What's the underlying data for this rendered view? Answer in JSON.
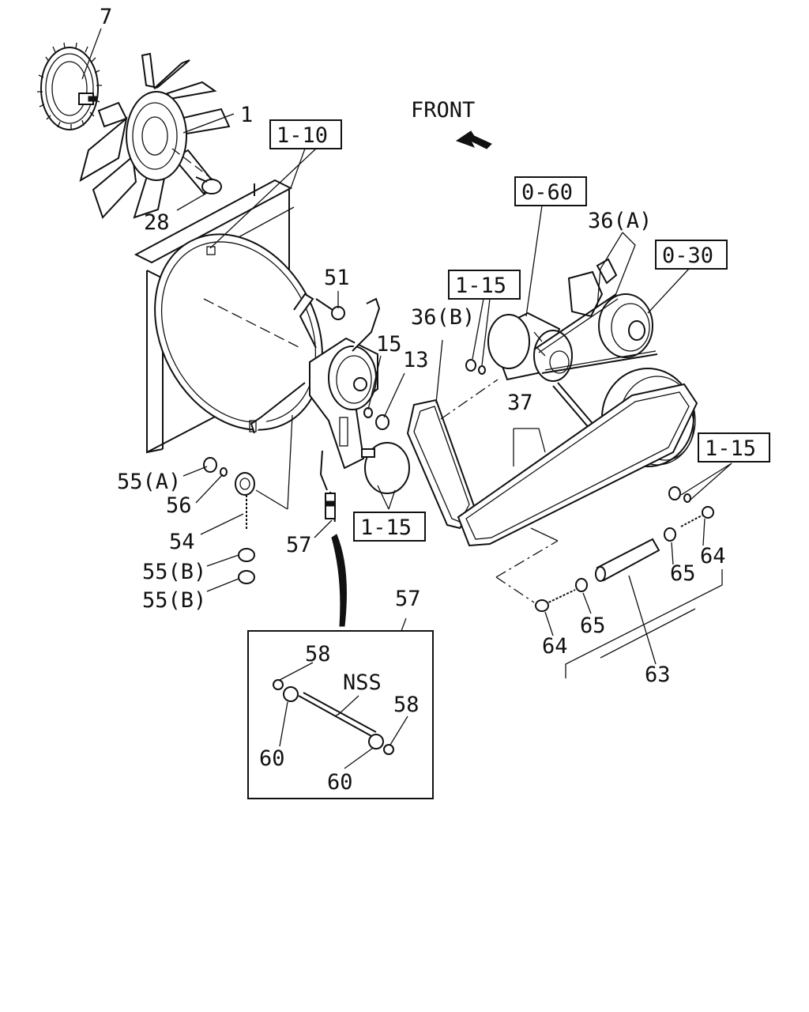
{
  "direction": {
    "label": "FRONT"
  },
  "refs": [
    "1-10",
    "0-60",
    "0-30",
    "1-15",
    "1-15",
    "1-15"
  ],
  "parts": {
    "p7": "7",
    "p1": "1",
    "p28": "28",
    "p51": "51",
    "p15": "15",
    "p13": "13",
    "p36a": "36(A)",
    "p36b": "36(B)",
    "p37": "37",
    "p55a": "55(A)",
    "p56": "56",
    "p54": "54",
    "p55b1": "55(B)",
    "p55b2": "55(B)",
    "p57": "57",
    "p57box": "57",
    "p58a": "58",
    "p58b": "58",
    "nss": "NSS",
    "p60a": "60",
    "p60b": "60",
    "p64a": "64",
    "p64b": "64",
    "p65a": "65",
    "p65b": "65",
    "p63": "63"
  }
}
